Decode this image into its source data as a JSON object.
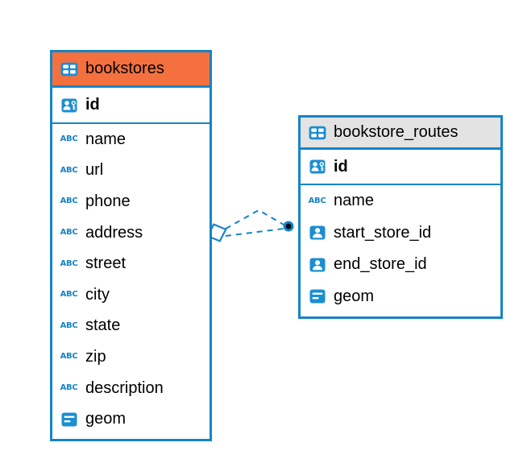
{
  "tables": [
    {
      "name": "bookstores",
      "pk": "id",
      "columns": [
        "name",
        "url",
        "phone",
        "address",
        "street",
        "city",
        "state",
        "zip",
        "description",
        "geom"
      ],
      "column_types": [
        "text",
        "text",
        "text",
        "text",
        "text",
        "text",
        "text",
        "text",
        "text",
        "geometry"
      ],
      "header_bg": "#f4713f"
    },
    {
      "name": "bookstore_routes",
      "pk": "id",
      "columns": [
        "name",
        "start_store_id",
        "end_store_id",
        "geom"
      ],
      "column_types": [
        "text",
        "reference",
        "reference",
        "geometry"
      ],
      "header_bg": "#e3e3e3"
    }
  ],
  "relationship": {
    "from_table": "bookstores",
    "to_table": "bookstore_routes",
    "line_style": "dashed",
    "left_end": "diamond",
    "right_end": "filled-dot"
  },
  "icons": {
    "text_type_label": "ABC",
    "table_icon": "table-grid-icon",
    "primary_key_icon": "person-key-icon",
    "reference_icon": "person-icon",
    "geometry_icon": "lines-icon"
  },
  "colors": {
    "table_border": "#1584c7",
    "link": "#1584c7",
    "bookstores_header": "#f4713f",
    "routes_header": "#e3e3e3",
    "text": "#000000"
  }
}
